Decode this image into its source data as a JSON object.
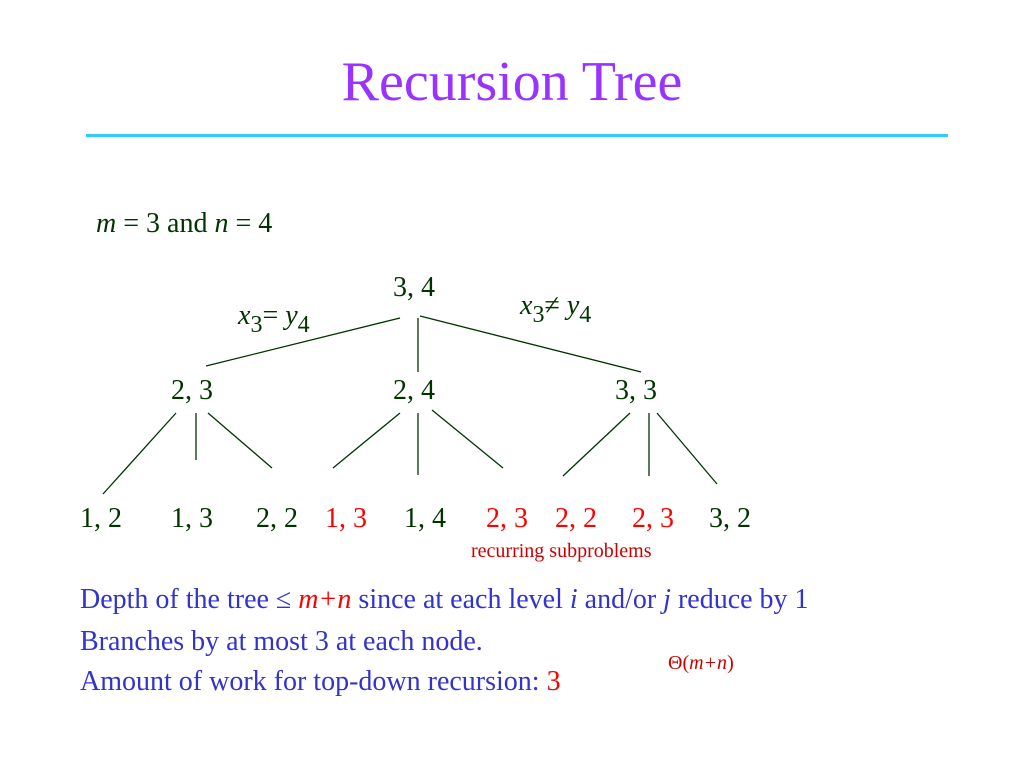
{
  "title": "Recursion Tree",
  "params": {
    "m_sym": "m",
    "m_eq": " = 3 and ",
    "n_sym": "n",
    "n_eq": " = 4"
  },
  "tree": {
    "root": "3, 4",
    "level1": [
      "2, 3",
      "2, 4",
      "3, 3"
    ],
    "leaves": [
      {
        "label": "1, 2",
        "color": "#003300"
      },
      {
        "label": "1, 3",
        "color": "#003300"
      },
      {
        "label": "2, 2",
        "color": "#003300"
      },
      {
        "label": "1, 3",
        "color": "#ff0000"
      },
      {
        "label": "1, 4",
        "color": "#003300"
      },
      {
        "label": "2, 3",
        "color": "#ff0000"
      },
      {
        "label": "2, 2",
        "color": "#ff0000"
      },
      {
        "label": "2, 3",
        "color": "#ff0000"
      },
      {
        "label": "3, 2",
        "color": "#003300"
      }
    ],
    "cond_equal": {
      "x": "x",
      "x_sub": "3",
      "op": "= ",
      "y": "y",
      "y_sub": "4"
    },
    "cond_notequal": {
      "x": "x",
      "x_sub": "3",
      "op": "≠ ",
      "y": "y",
      "y_sub": "4"
    },
    "recurring_note": "recurring subproblems"
  },
  "bullets": {
    "depth_a": "Depth of the tree ≤ ",
    "depth_mn": "m+n",
    "depth_b": "  since at each level ",
    "depth_i": "i",
    "depth_c": " and/or ",
    "depth_j": "j",
    "depth_d": " reduce by 1",
    "branches": "Branches by at most 3 at each node.",
    "work": "Amount of work for top-down recursion:  ",
    "work_base": "3",
    "work_exp_theta": "Θ(",
    "work_exp_mn": "m+n",
    "work_exp_close": ")"
  },
  "colors": {
    "title": "#9933ff",
    "rule": "#33ccff",
    "text": "#003300",
    "highlight": "#ff0000",
    "bullet": "#3333cc"
  }
}
